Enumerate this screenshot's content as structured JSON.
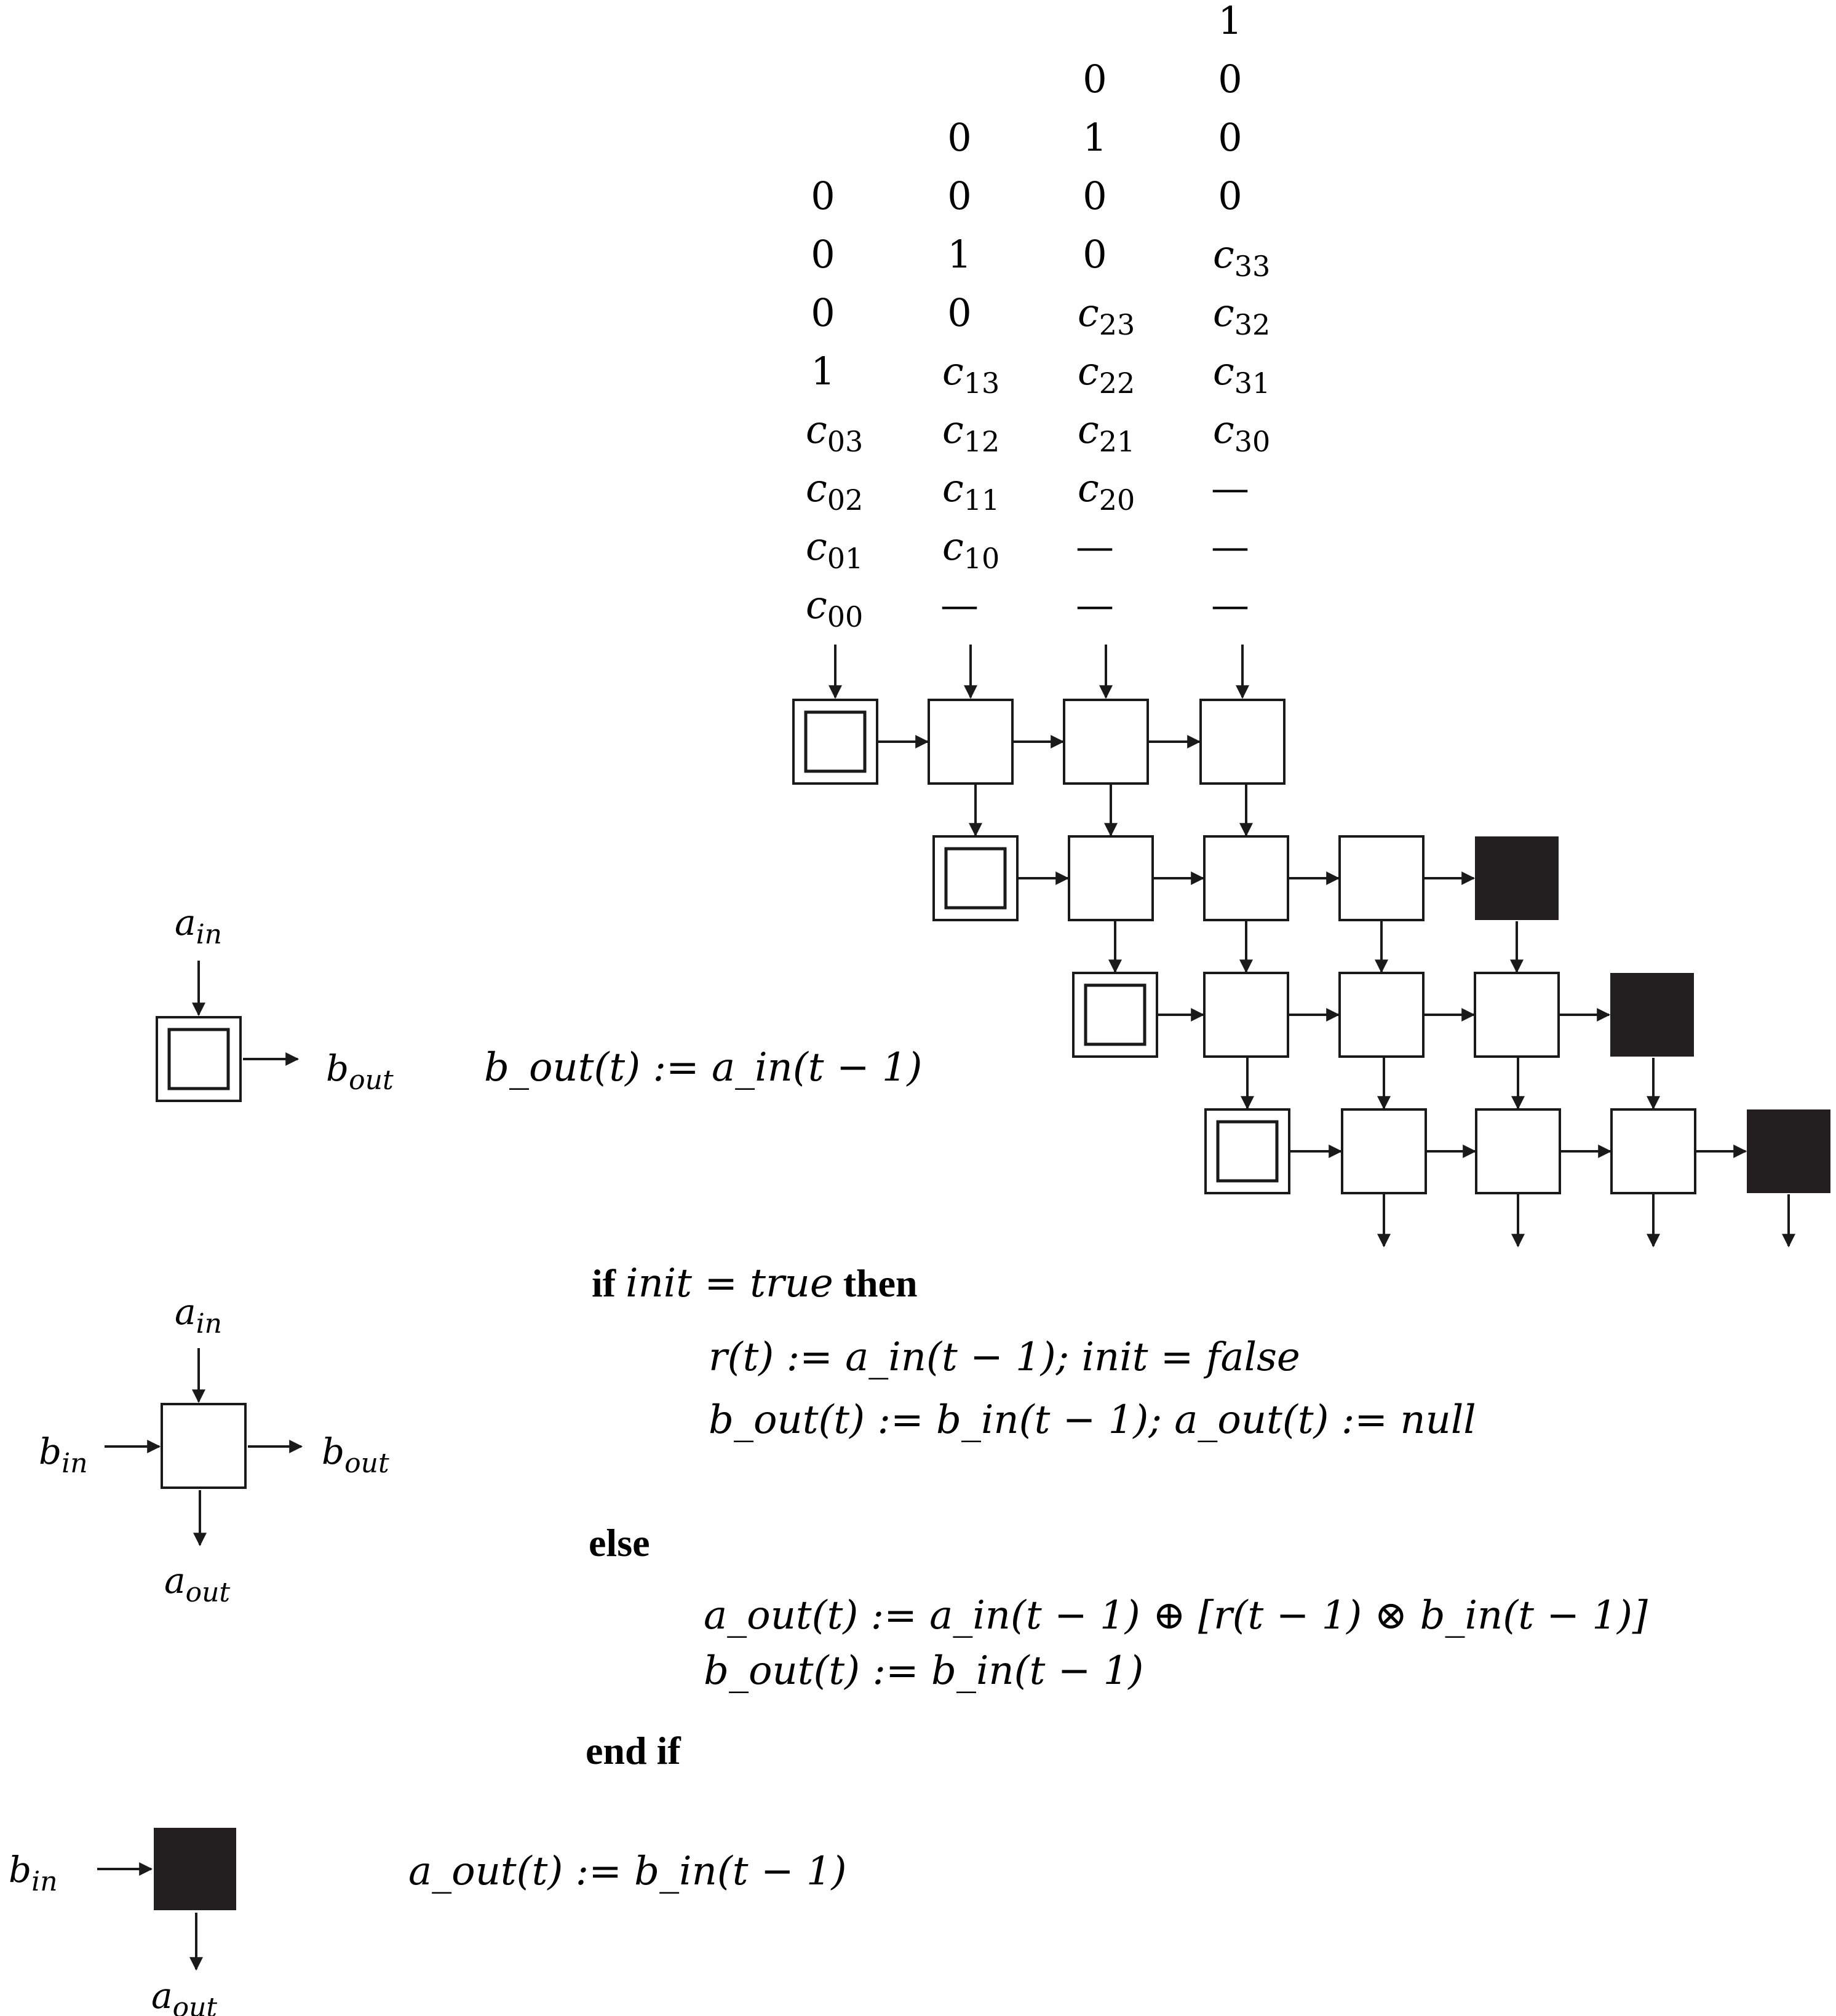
{
  "input_columns": [
    [
      "c",
      "00",
      "c",
      "01",
      "c",
      "02",
      "c",
      "03",
      "1",
      "",
      "0",
      "",
      "0",
      "",
      "0",
      ""
    ],
    [
      "—",
      "",
      "c",
      "10",
      "c",
      "11",
      "c",
      "12",
      "c",
      "13",
      "0",
      "",
      "1",
      "",
      "0",
      "",
      "0",
      ""
    ],
    [
      "—",
      "",
      "—",
      "",
      "c",
      "20",
      "c",
      "21",
      "c",
      "22",
      "c",
      "23",
      "0",
      "",
      "0",
      "",
      "1",
      "",
      "0",
      ""
    ],
    [
      "—",
      "",
      "—",
      "",
      "—",
      "",
      "c",
      "30",
      "c",
      "31",
      "c",
      "32",
      "c",
      "33",
      "0",
      "",
      "0",
      "",
      "0",
      "",
      "1",
      ""
    ]
  ],
  "legend": {
    "delay_cell": {
      "a_in": [
        "a",
        "in"
      ],
      "b_out": [
        "b",
        "out"
      ],
      "rule": "b_out(t) := a_in(t − 1)"
    },
    "processing_cell": {
      "a_in": [
        "a",
        "in"
      ],
      "b_in": [
        "b",
        "in"
      ],
      "b_out": [
        "b",
        "out"
      ],
      "a_out": [
        "a",
        "out"
      ]
    },
    "output_cell": {
      "b_in": [
        "b",
        "in"
      ],
      "a_out": [
        "a",
        "out"
      ],
      "rule": "a_out(t) := b_in(t − 1)"
    }
  },
  "algorithm": {
    "if_kw": "if",
    "condition": "init = true",
    "then_kw": "then",
    "then_line1": "r(t) := a_in(t − 1); init = false",
    "then_line2": "b_out(t) := b_in(t − 1); a_out(t) := null",
    "else_kw": "else",
    "else_line1": "a_out(t) := a_in(t − 1) ⊕ [r(t − 1) ⊗ b_in(t − 1)]",
    "else_line2": "b_out(t) := b_in(t − 1)",
    "end_kw": "end if"
  }
}
